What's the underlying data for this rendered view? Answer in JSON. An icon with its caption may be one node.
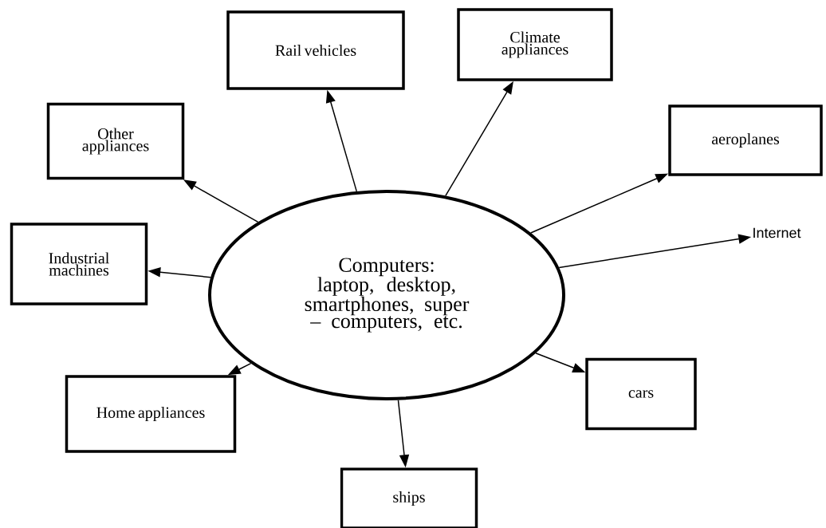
{
  "diagram": {
    "nodes": [
      {
        "text": [
          "Rail vehicles"
        ]
      },
      {
        "text": [
          "Climate appliances"
        ]
      },
      {
        "text": [
          "Other appliances"
        ]
      },
      {
        "text": [
          "aeroplanes"
        ]
      },
      {
        "text": [
          "Industrial machines"
        ]
      },
      {
        "text": [
          "Computers: laptop, desktop, smartphones, super – computers, etc."
        ]
      },
      {
        "text": [
          "Internet"
        ]
      },
      {
        "text": [
          "cars"
        ]
      },
      {
        "text": [
          "Home appliances"
        ]
      },
      {
        "text": [
          "ships"
        ]
      }
    ],
    "edges": [
      {
        "from": 5,
        "to": 0,
        "arrow": "to"
      },
      {
        "from": 5,
        "to": 1,
        "arrow": "to"
      },
      {
        "from": 5,
        "to": 2,
        "arrow": "to"
      },
      {
        "from": 5,
        "to": 3,
        "arrow": "to"
      },
      {
        "from": 5,
        "to": 4,
        "arrow": "to"
      },
      {
        "from": 5,
        "to": 6,
        "arrow": "to"
      },
      {
        "from": 5,
        "to": 7,
        "arrow": "to"
      },
      {
        "from": 5,
        "to": 8,
        "arrow": "to"
      },
      {
        "from": 5,
        "to": 9,
        "arrow": "to"
      }
    ]
  }
}
